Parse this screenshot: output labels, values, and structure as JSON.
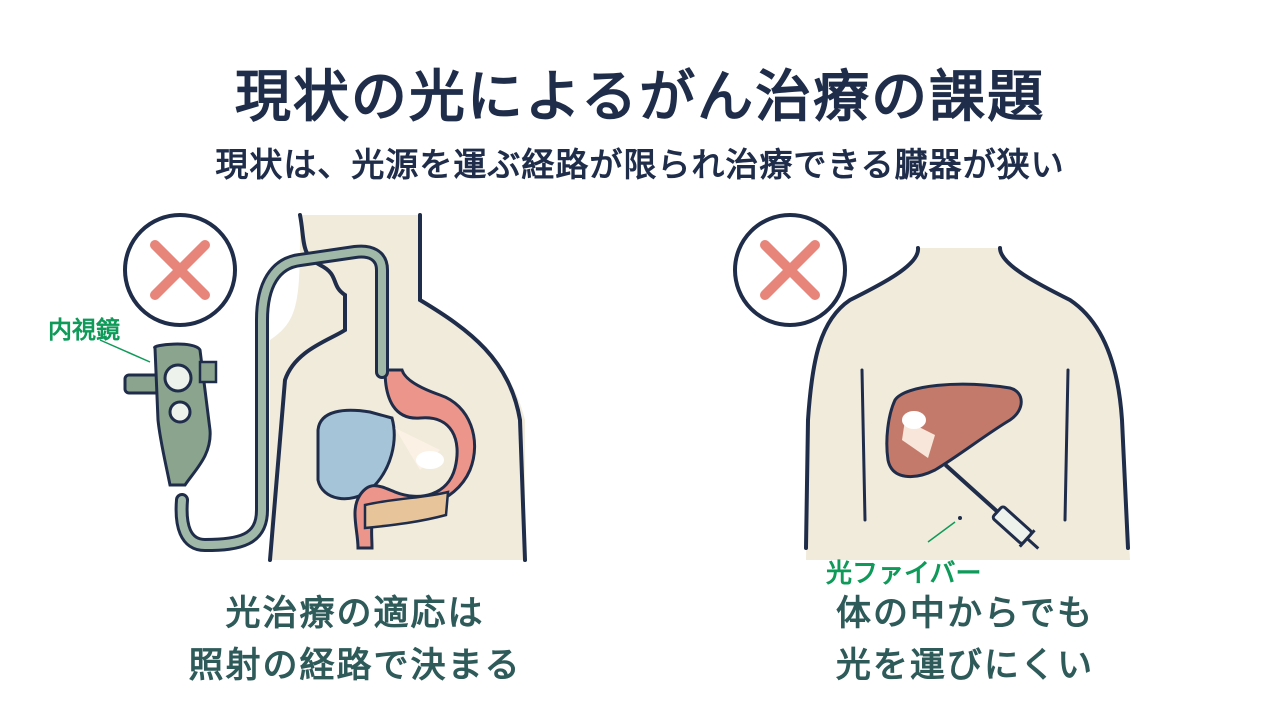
{
  "title": "現状の光によるがん治療の課題",
  "subtitle": "現状は、光源を運ぶ経路が限られ治療できる臓器が狭い",
  "left_panel": {
    "status_icon": "cross-icon",
    "device_label": "内視鏡",
    "caption_line1": "光治療の適応は",
    "caption_line2": "照射の経路で決まる"
  },
  "right_panel": {
    "status_icon": "cross-icon",
    "device_label": "光ファイバー",
    "caption_line1": "体の中からでも",
    "caption_line2": "光を運びにくい"
  },
  "colors": {
    "title": "#1f2d4a",
    "caption": "#2e5a5a",
    "label_green": "#0f9a5a",
    "cross_red": "#e8857a",
    "body_fill": "#f1ebdc",
    "outline": "#1f2d4a"
  }
}
